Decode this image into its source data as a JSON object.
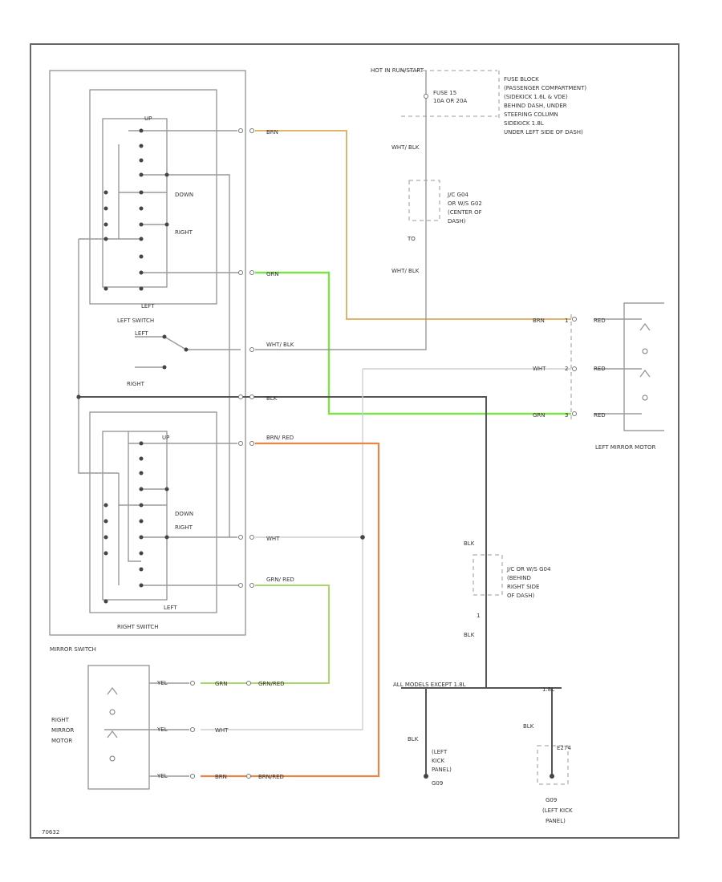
{
  "colors": {
    "brn": "#e2b36a",
    "grn": "#7ee24a",
    "brn_red": "#e8864a",
    "wht": "#cfcfcf",
    "blk": "#555555",
    "frame": "#666666"
  },
  "labels": {
    "hot": "HOT IN RUN/START",
    "fuse": "FUSE 15",
    "fuse_rating": "10A OR 20A",
    "fuse_block": [
      "FUSE BLOCK",
      "(PASSENGER COMPARTMENT)",
      "(SIDEKICK 1.6L & VDE)",
      "BEHIND DASH, UNDER",
      "STEERING COLUMN",
      "SIDEKICK 1.8L",
      "UNDER LEFT SIDE OF DASH)"
    ],
    "wht_blk": "WHT/ BLK",
    "jc_top": [
      "J/C G04",
      "OR W/S G02",
      "(CENTER OF",
      "DASH)"
    ],
    "to": "TO",
    "up_1": "UP",
    "down_1": "DOWN",
    "right_1": "RIGHT",
    "left_1": "LEFT",
    "left_switch": "LEFT SWITCH",
    "left_sel": "LEFT",
    "right_sel": "RIGHT",
    "up_2": "UP",
    "down_2": "DOWN",
    "right_2": "RIGHT",
    "left_2": "LEFT",
    "right_switch": "RIGHT SWITCH",
    "mirror_switch": "MIRROR SWITCH",
    "brn": "BRN",
    "grn": "GRN",
    "blk": "BLK",
    "brn_red": "BRN/ RED",
    "wht": "WHT",
    "grn_red": "GRN/ RED",
    "yel": "YEL",
    "num_1": "1",
    "num_2": "2",
    "num_3": "3",
    "left_mirror_motor": "LEFT MIRROR MOTOR",
    "jc_mid": [
      "J/C OR W/S G04",
      "(BEHIND",
      "RIGHT SIDE",
      "OF DASH)"
    ],
    "all_models": "ALL MODELS EXCEPT 1.8L",
    "l18": "1.8L",
    "ground_left": [
      "(LEFT",
      "KICK",
      "PANEL)",
      "G09"
    ],
    "ground_right": [
      "G09",
      "(LEFT KICK",
      "PANEL)"
    ],
    "e274": "E274",
    "right_mirror_motor": [
      "RIGHT",
      "MIRROR",
      "MOTOR"
    ],
    "grn_rm": "GRN",
    "grn_red_rm": "GRN/RED",
    "brn_rm": "BRN",
    "brn_red_rm": "BRN/RED",
    "wht_rm": "WHT",
    "red_1": "RED",
    "red_2": "RED",
    "red_3": "RED",
    "footer": "70632"
  }
}
